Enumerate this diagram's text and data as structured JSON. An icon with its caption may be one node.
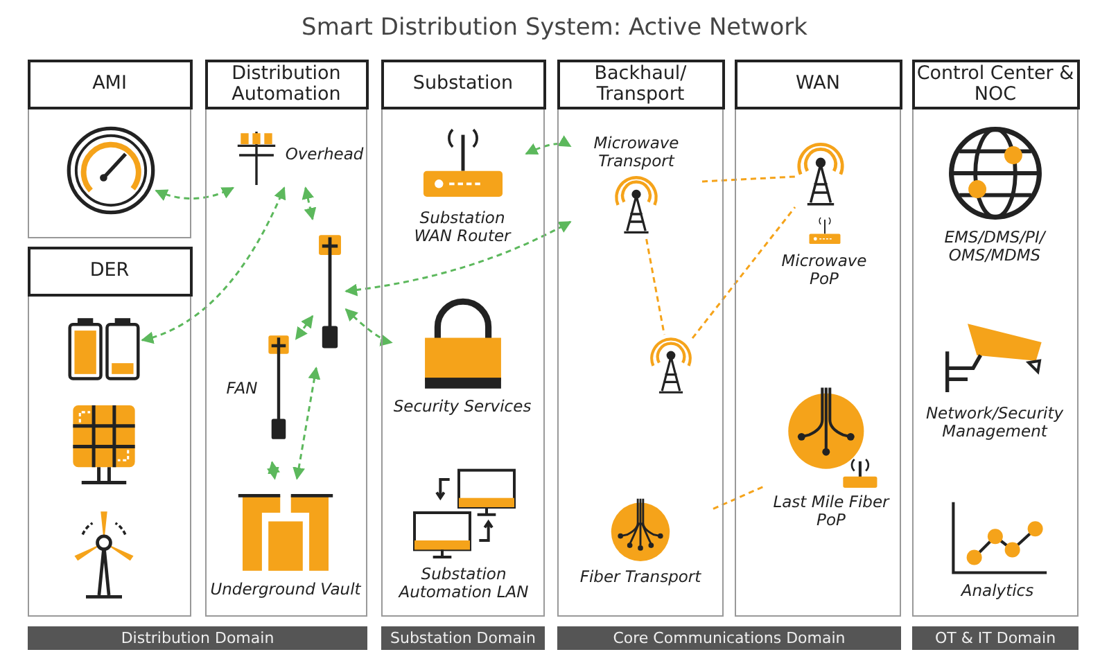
{
  "diagram": {
    "title": "Smart Distribution System: Active Network",
    "nodes": [
      {
        "text": [
          "AMI"
        ]
      },
      {
        "text": [],
        "shape": "picture",
        "in": 0
      },
      {
        "text": [
          "DER"
        ]
      },
      {
        "text": [],
        "shape": "picture",
        "in": 2
      },
      {
        "text": [],
        "shape": "picture",
        "in": 2
      },
      {
        "text": [],
        "shape": "picture",
        "in": 2
      },
      {
        "text": [
          "Distribution Automation"
        ]
      },
      {
        "text": [
          "Overhead"
        ],
        "in": 6
      },
      {
        "text": [],
        "shape": "picture",
        "in": 6
      },
      {
        "text": [
          "FAN"
        ],
        "in": 6
      },
      {
        "text": [
          "Underground Vault"
        ],
        "in": 6
      },
      {
        "text": [
          "Substation"
        ]
      },
      {
        "text": [
          "Substation WAN Router"
        ],
        "in": 11
      },
      {
        "text": [
          "Security Services"
        ],
        "in": 11
      },
      {
        "text": [
          "Substation Automation LAN"
        ],
        "in": 11
      },
      {
        "text": [
          "Backhaul/ Transport"
        ]
      },
      {
        "text": [
          "Microwave Transport"
        ],
        "in": 15
      },
      {
        "text": [],
        "shape": "picture",
        "in": 15
      },
      {
        "text": [
          "Fiber Transport"
        ],
        "in": 15
      },
      {
        "text": [
          "WAN"
        ]
      },
      {
        "text": [],
        "shape": "picture",
        "in": 19
      },
      {
        "text": [
          "Microwave PoP"
        ],
        "in": 19
      },
      {
        "text": [
          "Last Mile Fiber PoP"
        ],
        "in": 19
      },
      {
        "text": [
          "Control Center & NOC"
        ]
      },
      {
        "text": [
          "EMS/DMS/PI/ OMS/MDMS"
        ],
        "in": 23
      },
      {
        "text": [
          "Network/Security Management"
        ],
        "in": 23
      },
      {
        "text": [
          "Analytics"
        ],
        "in": 23
      },
      {
        "text": [
          "Distribution Domain"
        ]
      },
      {
        "text": [
          "Substation Domain"
        ]
      },
      {
        "text": [
          "Core Communications Domain"
        ]
      },
      {
        "text": [
          "OT & IT Domain"
        ]
      }
    ],
    "edges": [
      {
        "from": 1,
        "to": 7,
        "arrow": "both",
        "style": "dashed"
      },
      {
        "from": 3,
        "to": 7,
        "arrow": "both",
        "style": "dashed"
      },
      {
        "from": 7,
        "to": 8,
        "arrow": "both",
        "style": "dashed"
      },
      {
        "from": 8,
        "to": 9,
        "arrow": "both",
        "style": "dashed"
      },
      {
        "from": 8,
        "to": 16,
        "arrow": "both",
        "style": "dashed"
      },
      {
        "from": 8,
        "to": 13,
        "arrow": "both",
        "style": "dashed"
      },
      {
        "from": 12,
        "to": 16,
        "arrow": "both",
        "style": "dashed"
      },
      {
        "from": 9,
        "to": 10,
        "arrow": "both",
        "style": "dashed"
      },
      {
        "from": 8,
        "to": 10,
        "arrow": "both",
        "style": "dashed"
      },
      {
        "from": 16,
        "to": 20,
        "arrow": "none",
        "style": "dashed",
        "color": "#f5a31a"
      },
      {
        "from": 16,
        "to": 17,
        "arrow": "none",
        "style": "dashed",
        "color": "#f5a31a"
      },
      {
        "from": 17,
        "to": 20,
        "arrow": "none",
        "style": "dashed",
        "color": "#f5a31a"
      },
      {
        "from": 18,
        "to": 22,
        "arrow": "none",
        "style": "dashed",
        "color": "#f5a31a"
      }
    ]
  }
}
